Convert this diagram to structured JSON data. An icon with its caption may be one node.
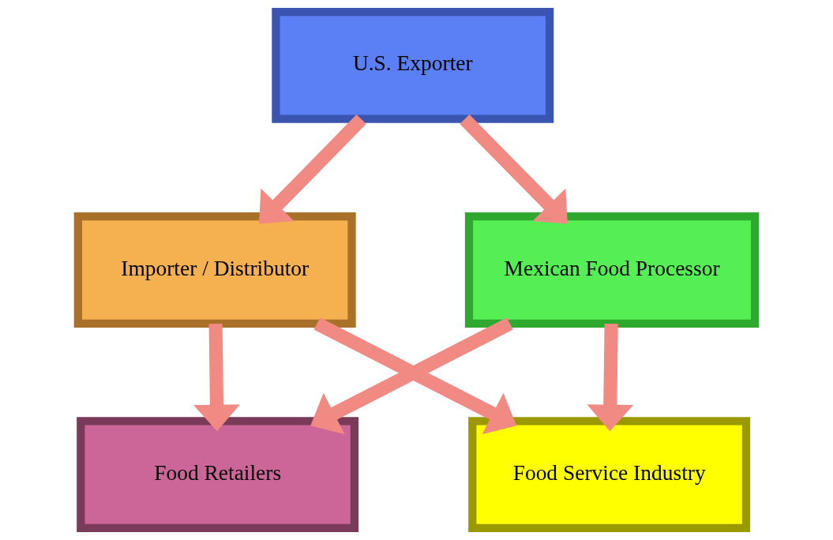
{
  "diagram": {
    "nodes": [
      {
        "text": [
          "U.S. Exporter"
        ]
      },
      {
        "text": [
          "Importer / Distributor"
        ]
      },
      {
        "text": [
          "Mexican Food Processor"
        ]
      },
      {
        "text": [
          "Food Retailers"
        ]
      },
      {
        "text": [
          "Food Service Industry"
        ]
      }
    ],
    "edges": [
      {
        "from": 0,
        "to": 1,
        "arrow": "to"
      },
      {
        "from": 0,
        "to": 2,
        "arrow": "to"
      },
      {
        "from": 1,
        "to": 3,
        "arrow": "to"
      },
      {
        "from": 1,
        "to": 4,
        "arrow": "to"
      },
      {
        "from": 2,
        "to": 3,
        "arrow": "to"
      },
      {
        "from": 2,
        "to": 4,
        "arrow": "to"
      }
    ]
  }
}
